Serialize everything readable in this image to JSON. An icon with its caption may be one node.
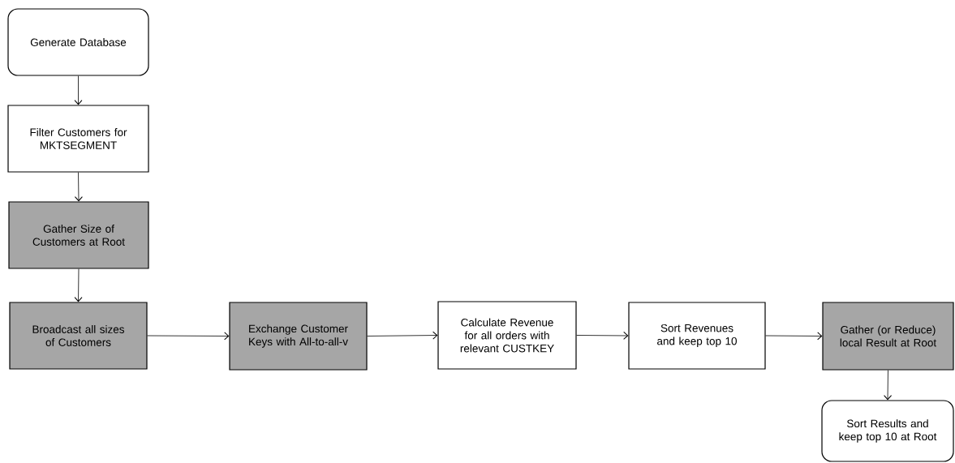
{
  "diagram": {
    "nodes": [
      {
        "text": [
          "Generate Database"
        ]
      },
      {
        "text": [
          "Filter Customers for MKTSEGMENT"
        ]
      },
      {
        "text": [
          "Gather Size of Customers at Root"
        ]
      },
      {
        "text": [
          "Broadcast all sizes of Customers"
        ]
      },
      {
        "text": [
          "Exchange Customer Keys with All-to-all-v"
        ]
      },
      {
        "text": [
          "Calculate Revenue for all orders with relevant CUSTKEY"
        ]
      },
      {
        "text": [
          "Sort Revenues and keep top 10"
        ]
      },
      {
        "text": [
          "Gather (or Reduce) local Result at Root"
        ]
      },
      {
        "text": [
          "Sort Results and keep top 10 at Root"
        ]
      }
    ],
    "edges": [
      {
        "from": 0,
        "to": 1,
        "arrow": "to"
      },
      {
        "from": 1,
        "to": 2,
        "arrow": "to"
      },
      {
        "from": 2,
        "to": 3,
        "arrow": "to"
      },
      {
        "from": 3,
        "to": 4,
        "arrow": "to"
      },
      {
        "from": 4,
        "to": 5,
        "arrow": "to"
      },
      {
        "from": 5,
        "to": 6,
        "arrow": "to"
      },
      {
        "from": 6,
        "to": 7,
        "arrow": "to"
      },
      {
        "from": 7,
        "to": 8,
        "arrow": "to"
      }
    ]
  }
}
